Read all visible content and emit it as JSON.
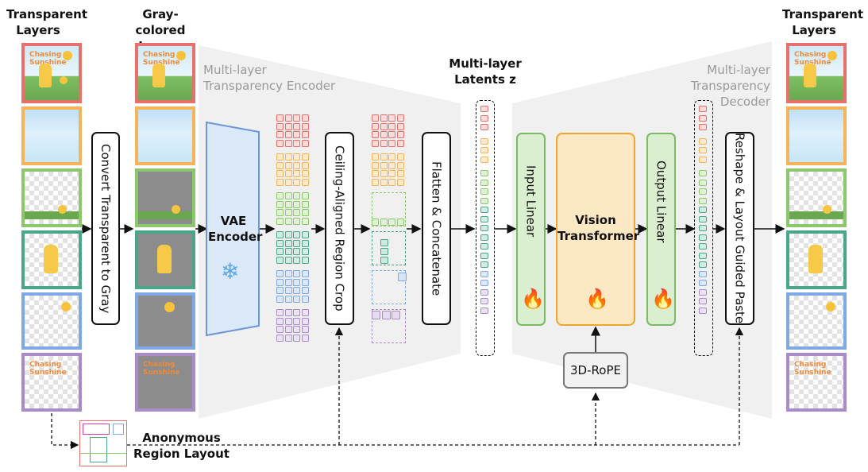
{
  "headers": {
    "left_title": "Transparent Layers",
    "gray_title": "Gray-colored Layers",
    "right_title": "Transparent Layers",
    "latents_title": "Multi-layer Latents z"
  },
  "encoder_label": {
    "line1": "Multi-layer",
    "line2": "Transparency Encoder"
  },
  "decoder_label": {
    "line1": "Multi-layer",
    "line2": "Transparency Decoder"
  },
  "blocks": {
    "convert": "Convert Transparent to Gray",
    "vae_line1": "VAE",
    "vae_line2": "Encoder",
    "crop": "Ceiling-Aligned Region Crop",
    "flatten": "Flatten & Concatenate",
    "input_linear": "Input Linear",
    "vit_line1": "Vision",
    "vit_line2": "Transformer",
    "output_linear": "Output Linear",
    "reshape": "Reshape & Layout Guided Paste",
    "rope": "3D-RoPE"
  },
  "layout": {
    "line1": "Anonymous",
    "line2": "Region Layout"
  },
  "poster_text": {
    "line1": "Chasing",
    "line2": "Sunshine"
  },
  "icons": {
    "snowflake": "snowflake-icon",
    "flame": "flame-icon",
    "sun": "sun-icon",
    "duck": "duck-icon",
    "girl": "girl-icon"
  },
  "colors": {
    "red": "#e8706a",
    "orange": "#f5b35a",
    "green": "#8cc86b",
    "teal": "#4aa68a",
    "blue": "#7fa8e6",
    "purple": "#a98bc8",
    "vae_fill": "#dbe8f8",
    "linear_fill": "#d9efcf",
    "vit_fill": "#fde8c4",
    "vit_border": "#f0a531"
  }
}
